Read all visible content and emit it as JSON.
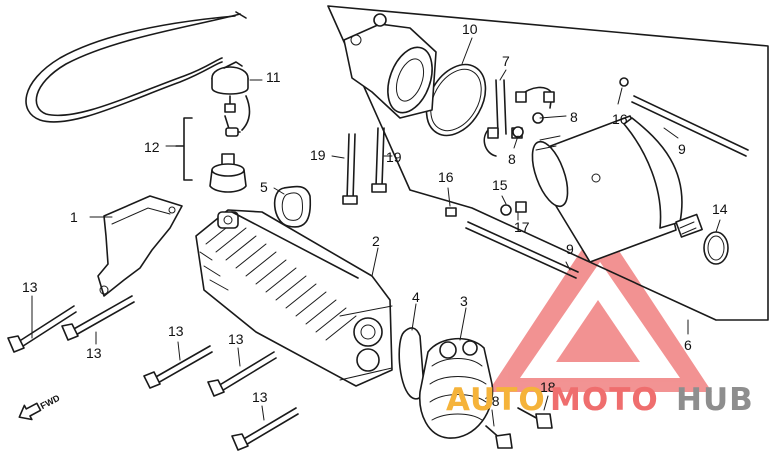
{
  "callouts": {
    "c1": "1",
    "c2": "2",
    "c3": "3",
    "c4": "4",
    "c5": "5",
    "c6": "6",
    "c7": "7",
    "c8a": "8",
    "c8b": "8",
    "c9a": "9",
    "c9b": "9",
    "c10": "10",
    "c11": "11",
    "c12": "12",
    "c13a": "13",
    "c13b": "13",
    "c13c": "13",
    "c13d": "13",
    "c13e": "13",
    "c14": "14",
    "c15": "15",
    "c16a": "16",
    "c16b": "16",
    "c17": "17",
    "c18a": "18",
    "c18b": "18",
    "c19a": "19",
    "c19b": "19"
  },
  "direction_marker": {
    "label": "FWD"
  },
  "watermark": {
    "auto": "AUTO",
    "moto": "MOTO",
    "hub": "HUB"
  },
  "colors": {
    "line": "#1a1a1a",
    "watermark_red": "#ef6e6e",
    "watermark_orange": "#f5b33a",
    "watermark_gray": "#8e8e8e"
  }
}
